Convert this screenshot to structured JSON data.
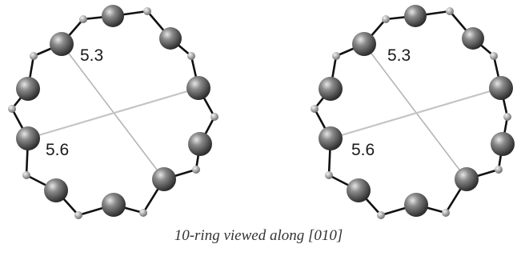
{
  "figure": {
    "caption": "10-ring viewed along [010]",
    "rings": [
      {
        "label_short": "5.3",
        "label_long": "5.6"
      },
      {
        "label_short": "5.3",
        "label_long": "5.6"
      }
    ],
    "colors": {
      "large_atom": "#555555",
      "small_atom": "#a0a0a0",
      "bond": "#111111",
      "distance_line": "#bdbdbd"
    }
  }
}
